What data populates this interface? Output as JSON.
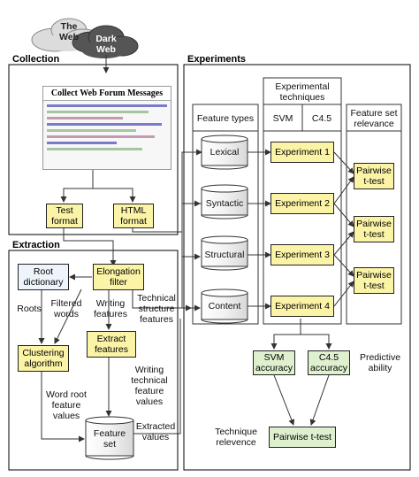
{
  "clouds": {
    "the_web": "The Web",
    "dark_web": "Dark Web"
  },
  "sections": {
    "collection": "Collection",
    "extraction": "Extraction",
    "experiments": "Experiments"
  },
  "collection": {
    "screenshot_title": "Collect Web Forum Messages",
    "test_format": "Test format",
    "html_format": "HTML format"
  },
  "extraction": {
    "root_dictionary": "Root dictionary",
    "elongation_filter": "Elongation filter",
    "roots": "Roots",
    "filtered_words": "Filtered words",
    "writing_features": "Writing features",
    "technical_structure_features": "Technical structure features",
    "clustering_algorithm": "Clustering algorithm",
    "extract_features": "Extract features",
    "writing_technical_feature_values": "Writing technical feature values",
    "word_root_feature_values": "Word root feature values",
    "feature_set": "Feature set",
    "extracted_values": "Extracted values"
  },
  "experiments": {
    "experimental_techniques": "Experimental techniques",
    "feature_types": "Feature types",
    "svm": "SVM",
    "c45": "C4.5",
    "feature_set_relevance": "Feature set relevance",
    "features": [
      "Lexical",
      "Syntactic",
      "Structural",
      "Content"
    ],
    "experiment_labels": [
      "Experiment 1",
      "Experiment 2",
      "Experiment 3",
      "Experiment 4"
    ],
    "pairwise": [
      "Pairwise t-test",
      "Pairwise t-test",
      "Pairwise t-test"
    ],
    "svm_accuracy": "SVM accuracy",
    "c45_accuracy": "C4.5 accuracy",
    "predictive_ability": "Predictive ability",
    "technique_relevence": "Technique relevence",
    "pairwise_final": "Pairwise t-test"
  },
  "colors": {
    "yellow": "#fbf3a6",
    "green": "#dff0cf",
    "cloud": "#d9d9d9",
    "dark_cloud": "#555555"
  }
}
